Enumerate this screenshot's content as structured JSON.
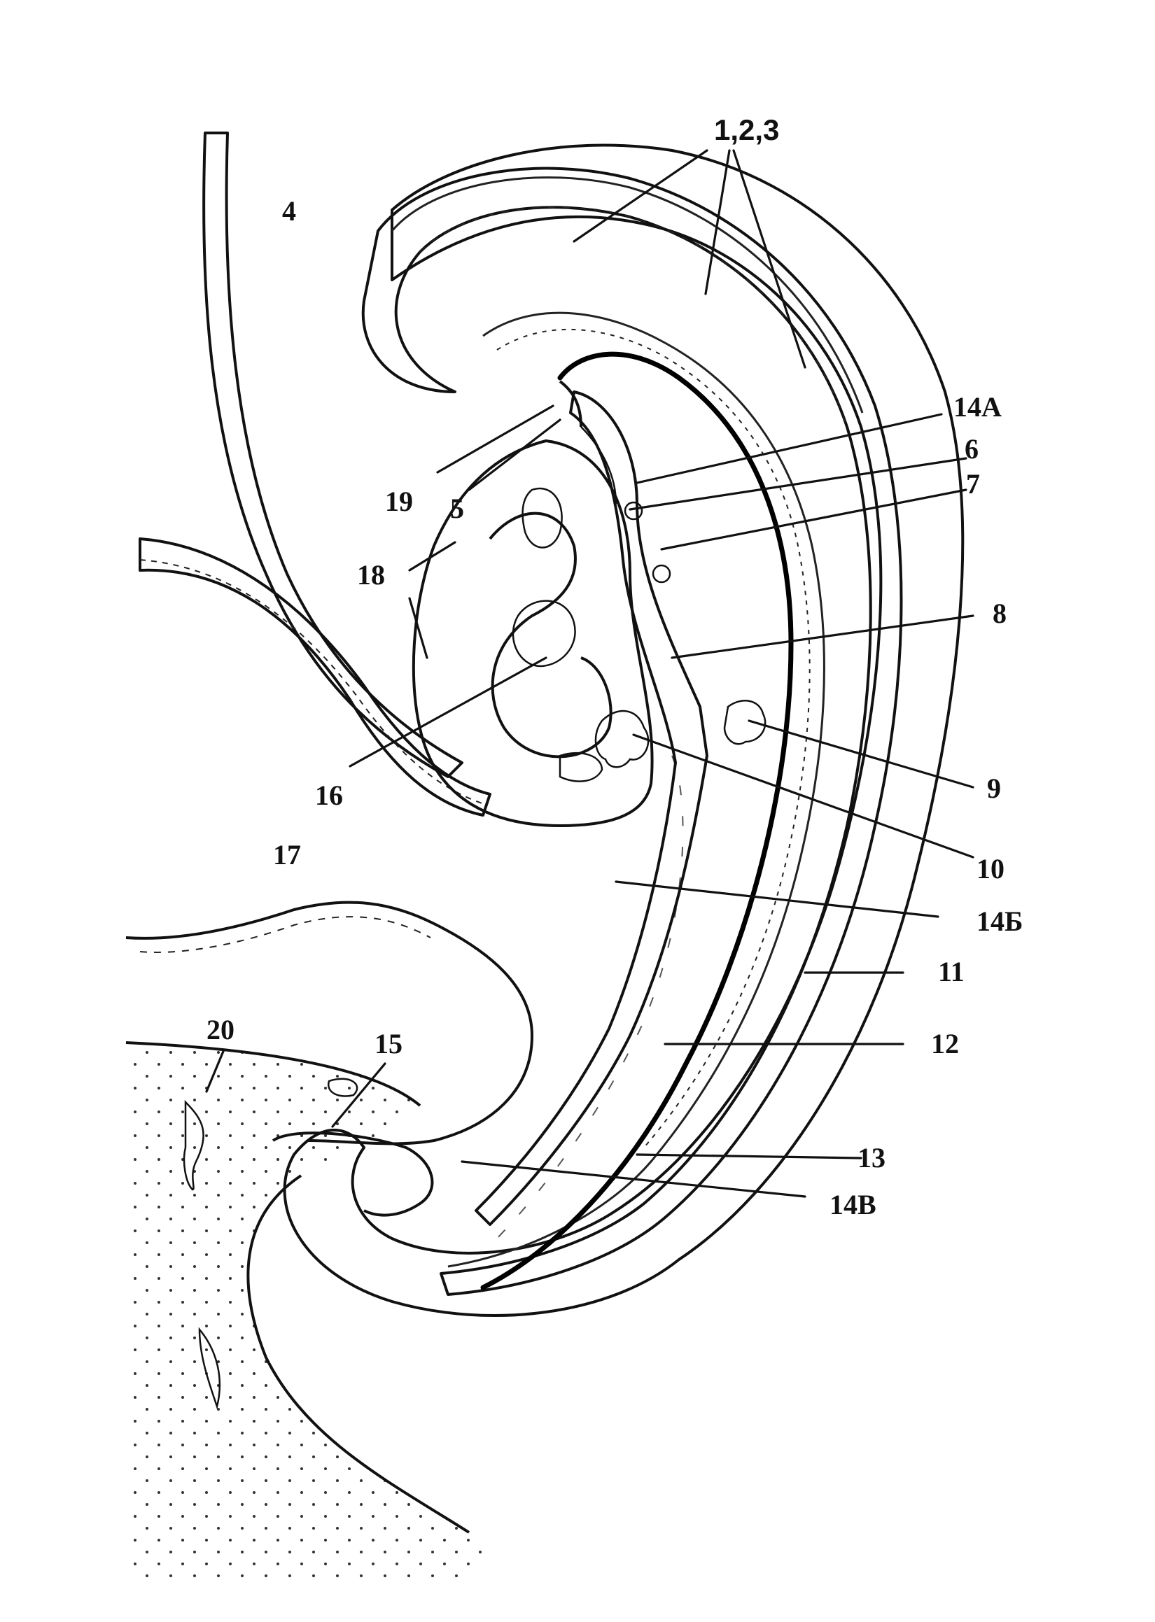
{
  "labels": {
    "l123": "1,2,3",
    "l4": "4",
    "l5": "5",
    "l6": "6",
    "l7": "7",
    "l8": "8",
    "l9": "9",
    "l10": "10",
    "l11": "11",
    "l12": "12",
    "l13": "13",
    "l14a": "14А",
    "l14b": "14Б",
    "l14v": "14В",
    "l15": "15",
    "l16": "16",
    "l17": "17",
    "l18": "18",
    "l19": "19",
    "l20": "20"
  }
}
